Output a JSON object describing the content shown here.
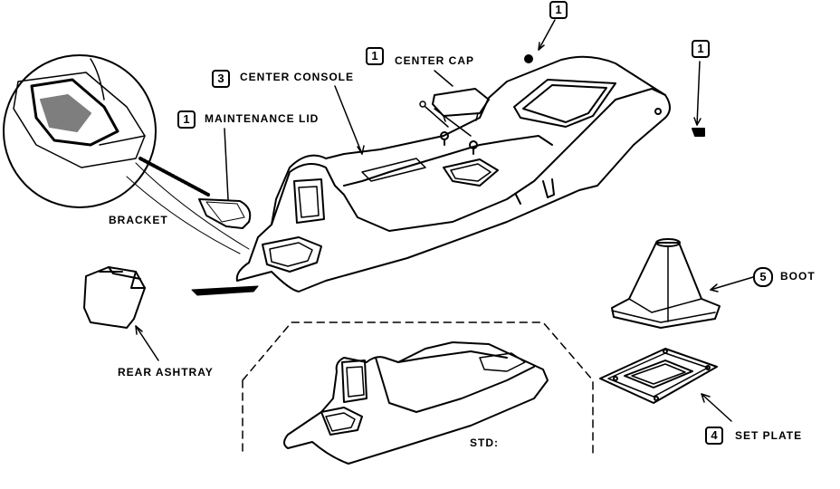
{
  "labels": {
    "center_cap": "CENTER CAP",
    "center_console": "CENTER CONSOLE",
    "maintenance_lid": "MAINTENANCE LID",
    "bracket": "BRACKET",
    "rear_ashtray": "REAR ASHTRAY",
    "std": "STD:",
    "boot": "BOOT",
    "set_plate": "SET  PLATE"
  },
  "quantities": {
    "center_cap": "1",
    "center_console": "3",
    "maintenance_lid": "1",
    "clip_top": "1",
    "clip_right": "1",
    "boot": "5",
    "set_plate": "4"
  }
}
